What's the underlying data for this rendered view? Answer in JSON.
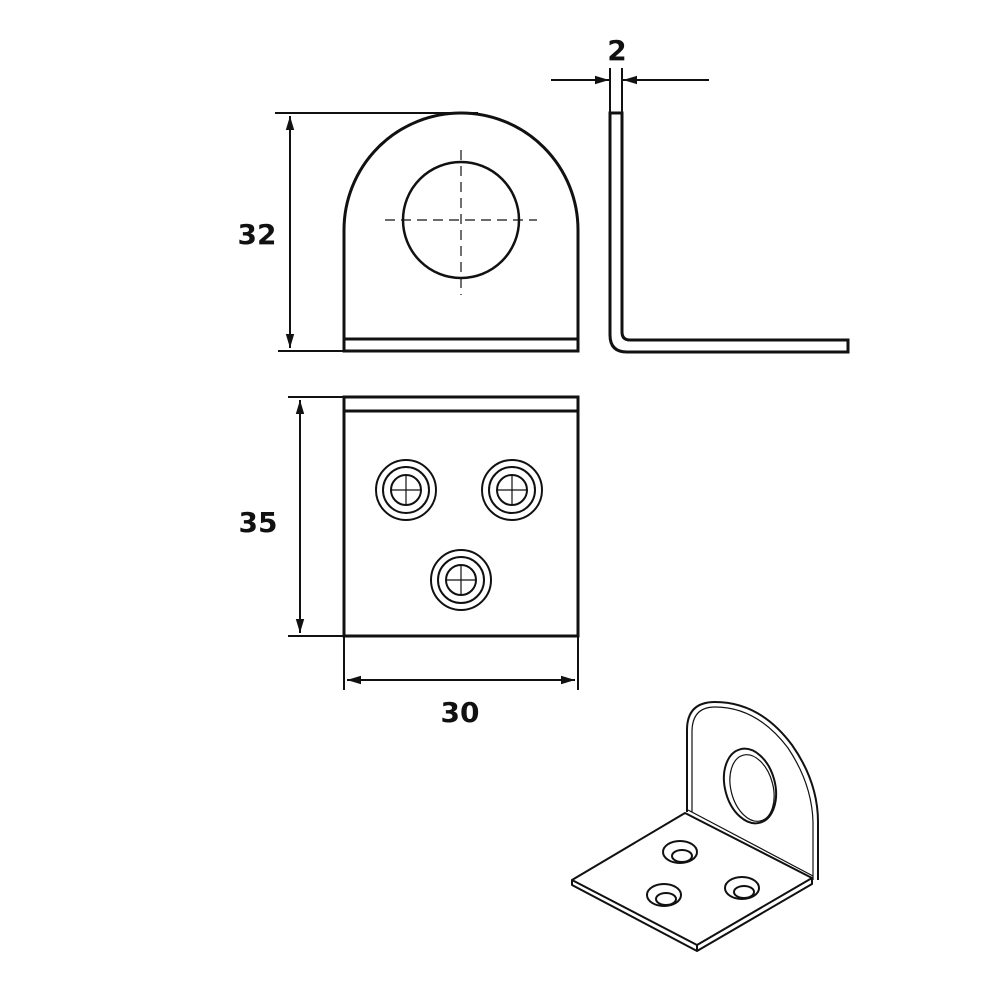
{
  "drawing": {
    "line_color": "#111111",
    "dimensions": {
      "height_front": "32",
      "thickness": "2",
      "height_bottom": "35",
      "width": "30"
    }
  }
}
